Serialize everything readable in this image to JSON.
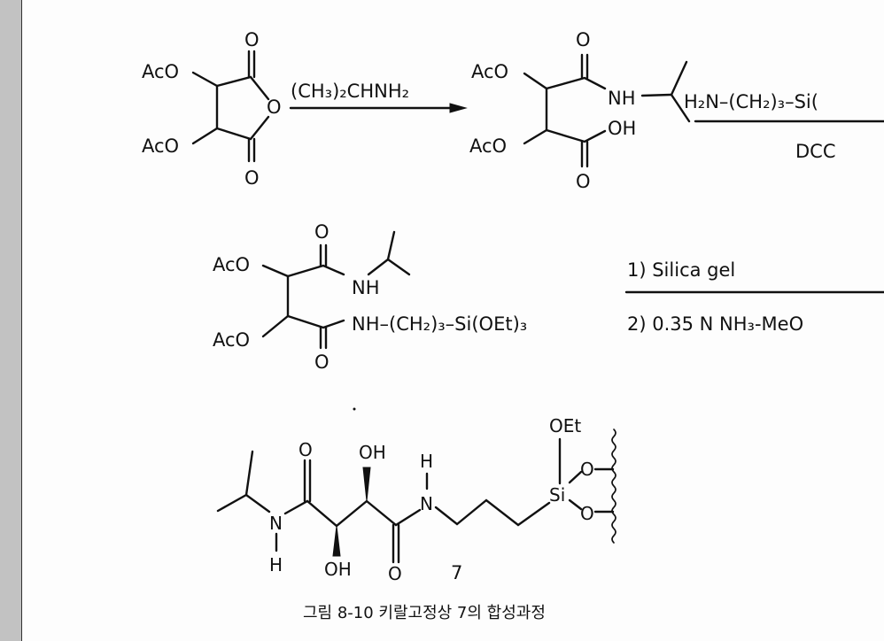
{
  "step1": {
    "reactant_top": "AcO",
    "reactant_bottom": "AcO",
    "carbonyl_o_top": "O",
    "ring_o": "O",
    "carbonyl_o_bottom": "O",
    "reagent": "(CH₃)₂CHNH₂"
  },
  "step2": {
    "acO_top": "AcO",
    "acO_bottom": "AcO",
    "o_top": "O",
    "nh": "NH",
    "oh": "OH",
    "o_bottom": "O",
    "reagent": "H₂N–(CH₂)₃–Si(",
    "coupling": "DCC"
  },
  "step3": {
    "acO_top": "AcO",
    "acO_bottom": "AcO",
    "o_top": "O",
    "nh": "NH",
    "nh_chain": "NH–(CH₂)₃–Si(OEt)₃",
    "o_bottom": "O",
    "condition1": "1)  Silica gel",
    "condition2": "2)  0.35 N NH₃-MeO"
  },
  "product": {
    "o_left": "O",
    "oh_top": "OH",
    "h_top": "H",
    "n_right": "N",
    "n_left": "N",
    "h_left": "H",
    "oh_bottom": "OH",
    "o_bottom": "O",
    "oet": "OEt",
    "si": "Si",
    "o_si_top": "O",
    "o_si_bottom": "O",
    "compound_number": "7"
  },
  "caption": "그림 8-10  키랄고정상 7의 합성과정"
}
